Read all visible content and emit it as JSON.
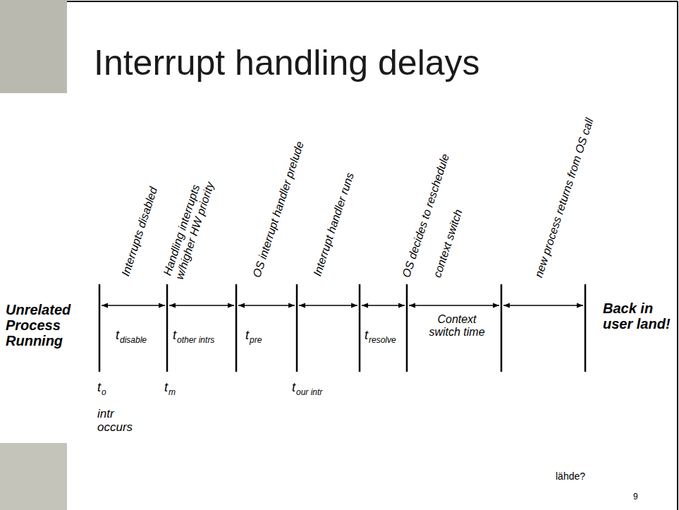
{
  "diagram": {
    "title": "Interrupt handling delays",
    "labels": [
      "Interrupts disabled",
      "Handling interrupts w/higher HW priority",
      "OS interrupt handler prelude",
      "Interrupt handler runs",
      "OS decides to reschedule",
      "context switch",
      "new process returns from OS call",
      "Unrelated Process Running",
      "t",
      "disable",
      "t",
      "other intrs",
      "t",
      "pre",
      "t",
      "resolve",
      "Context switch time",
      "Back in user land!",
      "t",
      "o",
      "intr occurs",
      "t",
      "m",
      "t",
      "our intr",
      "lähde?",
      "9"
    ]
  }
}
